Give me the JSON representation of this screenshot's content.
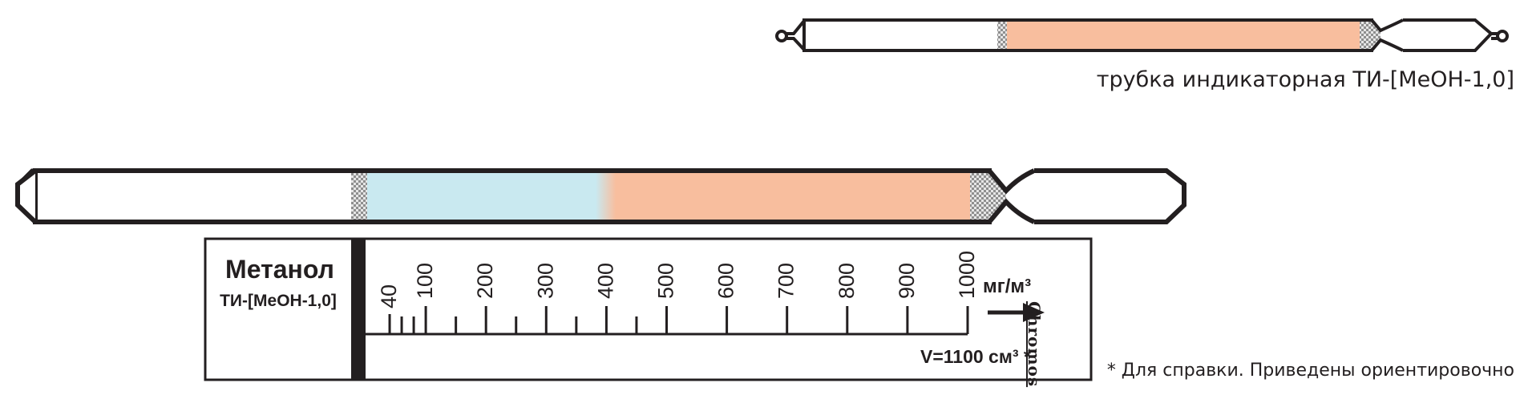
{
  "top_tube": {
    "caption": "трубка индикаторная ТИ-[МеОН-1,0]",
    "color_fill": "#f8be9e",
    "color_packing": "#b8b8b8"
  },
  "scale_card": {
    "substance": "Метанол",
    "tube_code": "ТИ-[МеОН-1,0]",
    "units": "мг/м³",
    "volume_label": "V=1100 см³ *",
    "brand": "Chromos",
    "ticks_major": [
      "40",
      "100",
      "200",
      "300",
      "400",
      "500",
      "600",
      "700",
      "800",
      "900",
      "1000"
    ],
    "ticks_minor_values": [
      60,
      80,
      150,
      250,
      350,
      450
    ],
    "range": [
      0,
      1000
    ],
    "color_stain_before": "#c9e9f0",
    "color_stain_after": "#f8be9e"
  },
  "footnote": "* Для справки. Приведены ориентировочно"
}
